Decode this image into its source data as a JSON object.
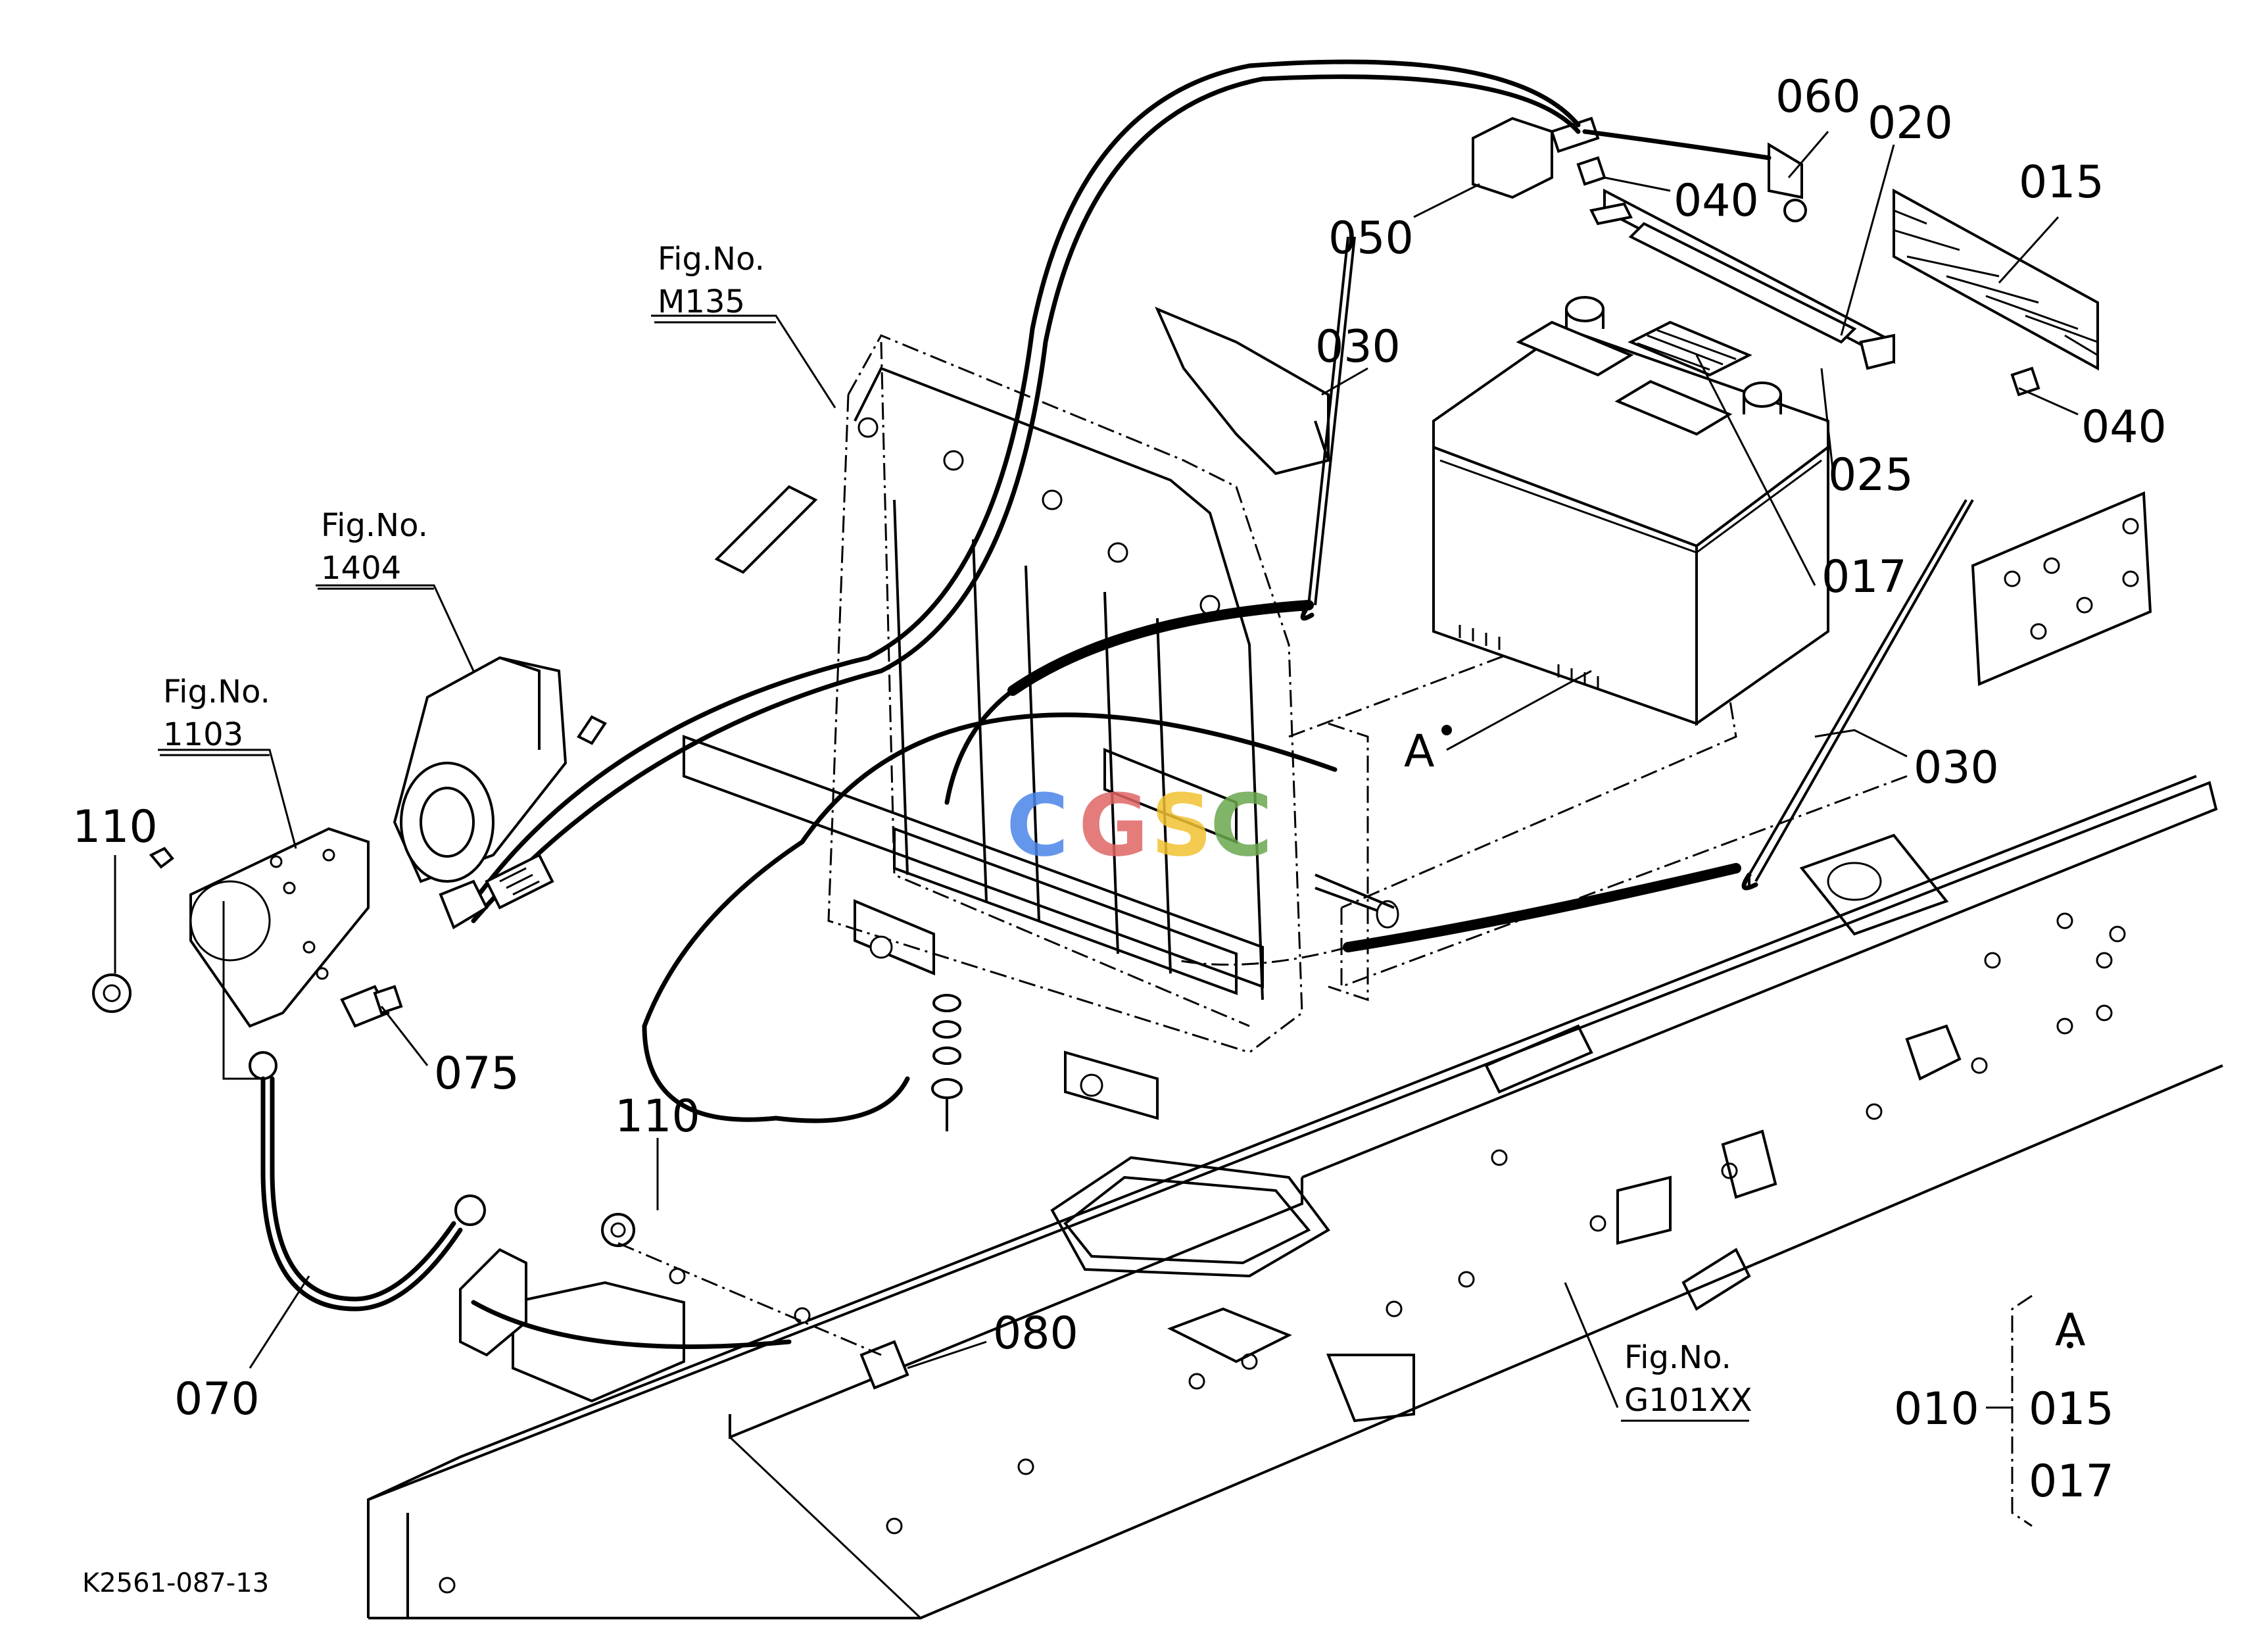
{
  "diagram": {
    "drawing_code": "K2561-087-13",
    "watermark": {
      "letters": [
        "C",
        "G",
        "S",
        "C"
      ],
      "colors": [
        "#4a86e8",
        "#e06666",
        "#f1c232",
        "#6aa84f"
      ]
    },
    "fig_refs": [
      {
        "id": "m135",
        "line1": "Fig.No.",
        "line2": "M135"
      },
      {
        "id": "1404",
        "line1": "Fig.No.",
        "line2": "1404"
      },
      {
        "id": "1103",
        "line1": "Fig.No.",
        "line2": "1103"
      },
      {
        "id": "g101xx",
        "line1": "Fig.No.",
        "line2": "G101XX"
      }
    ],
    "part_labels": {
      "p060": "060",
      "p020": "020",
      "p015": "015",
      "p040a": "040",
      "p040b": "040",
      "p050": "050",
      "p030a": "030",
      "p030b": "030",
      "p025": "025",
      "p017": "017",
      "a_marker": "A",
      "p110a": "110",
      "p110b": "110",
      "p075": "075",
      "p070": "070",
      "p080": "080"
    },
    "assembly_legend": {
      "parent": "010",
      "items": [
        "A",
        "015",
        "017"
      ]
    }
  }
}
